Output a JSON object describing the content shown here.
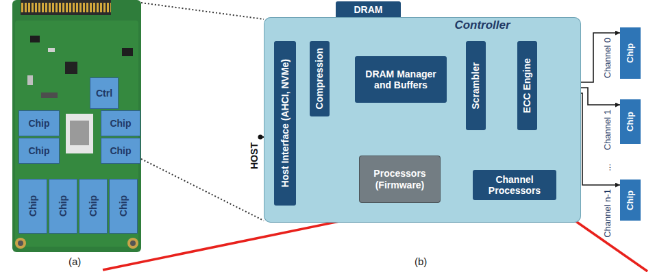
{
  "diagram": {
    "nodes": [
      {
        "text": [
          "Ctrl"
        ]
      },
      {
        "text": [
          "Chip"
        ]
      },
      {
        "text": [
          "Chip"
        ]
      },
      {
        "text": [
          "Chip"
        ]
      },
      {
        "text": [
          "Chip"
        ]
      },
      {
        "text": [
          "Chip"
        ]
      },
      {
        "text": [
          "Chip"
        ]
      },
      {
        "text": [
          "Chip"
        ]
      },
      {
        "text": [
          "Chip"
        ]
      },
      {
        "text": [
          "DRAM"
        ]
      },
      {
        "text": [
          "Controller"
        ]
      },
      {
        "text": [
          "Host Interface (AHCI, NVMe)"
        ],
        "in": 10
      },
      {
        "text": [
          "Compression"
        ],
        "in": 10
      },
      {
        "text": [
          "DRAM Manager and Buffers"
        ],
        "in": 10
      },
      {
        "text": [
          "Processors (Firmware)"
        ],
        "in": 10
      },
      {
        "text": [
          "Scrambler"
        ],
        "in": 10
      },
      {
        "text": [
          "ECC Engine"
        ],
        "in": 10
      },
      {
        "text": [
          "Channel Processors"
        ],
        "in": 10
      },
      {
        "text": [
          "Chip"
        ]
      },
      {
        "text": [
          "Chip"
        ]
      },
      {
        "text": [
          "Chip"
        ]
      }
    ],
    "edges": [
      {
        "from": 9,
        "to": 13,
        "arrow": "both"
      },
      {
        "from": 11,
        "to": 12,
        "arrow": "both"
      },
      {
        "from": 12,
        "to": 13,
        "arrow": "both"
      },
      {
        "from": 13,
        "to": 15,
        "arrow": "both"
      },
      {
        "from": 15,
        "to": 16,
        "arrow": "both"
      },
      {
        "from": 13,
        "to": 14,
        "arrow": "both"
      },
      {
        "from": 11,
        "to": 14,
        "arrow": "both"
      },
      {
        "from": 14,
        "to": 17,
        "arrow": "both"
      },
      {
        "from": 16,
        "to": 18,
        "arrow": "to"
      },
      {
        "from": 16,
        "to": 19,
        "arrow": "to"
      },
      {
        "from": 16,
        "to": 20,
        "arrow": "to"
      }
    ],
    "labels": [
      "HOST",
      "Channel 0",
      "Channel 1",
      "...",
      "Channel n-1",
      "(a)",
      "(b)"
    ]
  }
}
